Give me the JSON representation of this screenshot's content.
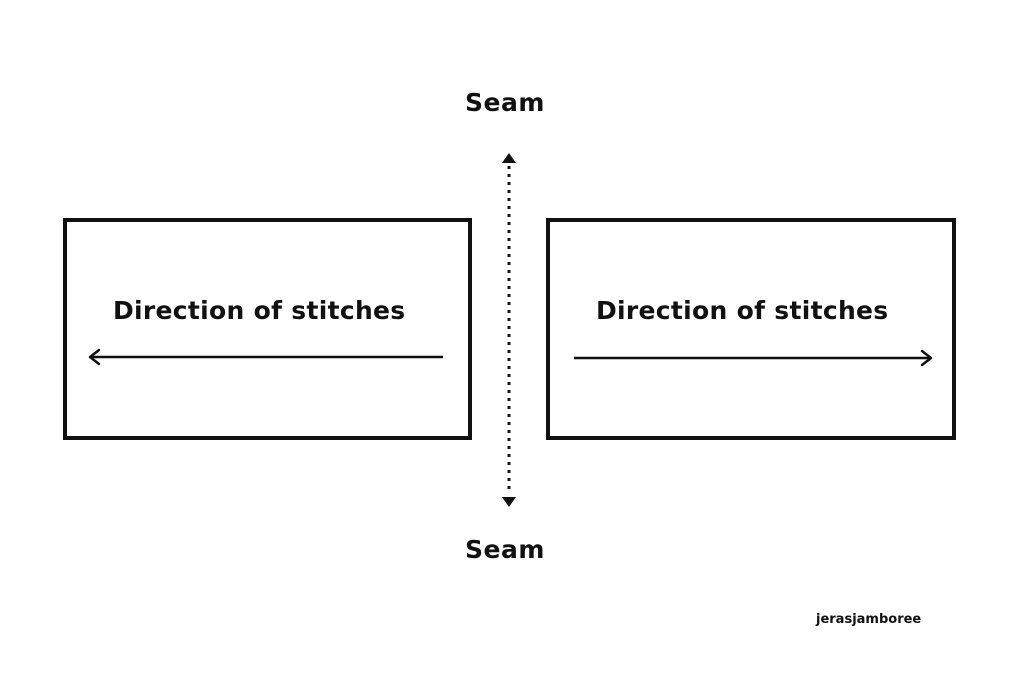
{
  "diagram": {
    "seam_top_label": "Seam",
    "seam_bottom_label": "Seam",
    "panels": [
      {
        "title": "Direction of stitches",
        "arrow_direction": "left"
      },
      {
        "title": "Direction of stitches",
        "arrow_direction": "right"
      }
    ],
    "seam_line": {
      "style": "dotted",
      "orientation": "vertical",
      "arrowheads": "both"
    },
    "watermark": "jerasjamboree",
    "colors": {
      "stroke": "#111111",
      "background": "#ffffff"
    }
  }
}
